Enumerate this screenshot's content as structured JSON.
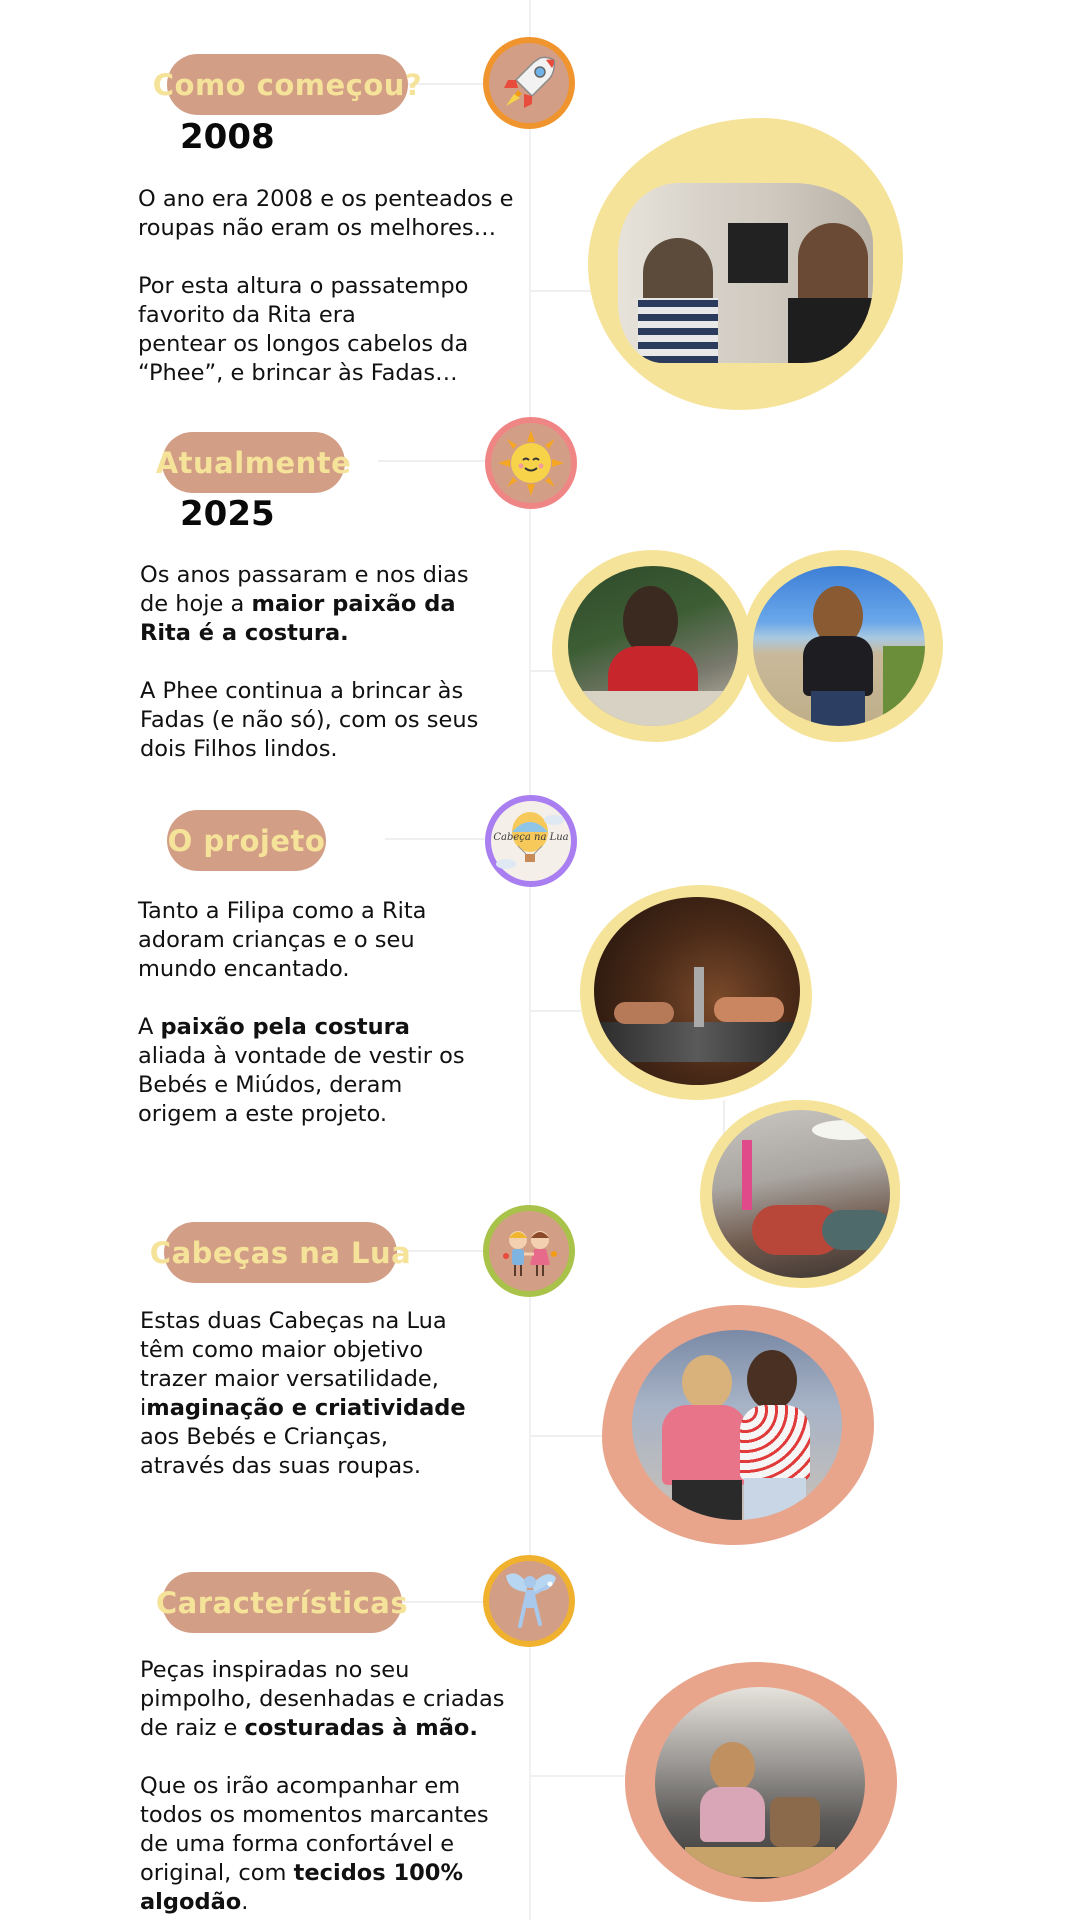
{
  "sections": [
    {
      "label": "Como começou?",
      "year": "2008",
      "paragraphs": [
        [
          "O ano era 2008 e os penteados e",
          "roupas não eram os melhores…"
        ],
        [
          "Por esta altura o passatempo",
          "favorito da Rita era",
          "pentear os longos cabelos da",
          "“Phee”, e brincar às Fadas…"
        ]
      ],
      "icon": "rocket-icon"
    },
    {
      "label": "Atualmente",
      "year": "2025",
      "p1": {
        "l1": "Os anos passaram e nos dias",
        "l2a": "de hoje a ",
        "l2b": "maior paixão da",
        "l3": "Rita é a costura."
      },
      "p2": [
        "A Phee continua a brincar às",
        "Fadas (e não só), com os seus",
        "dois Filhos lindos."
      ],
      "icon": "sun-icon"
    },
    {
      "label": "O projeto",
      "p1": [
        "Tanto a Filipa como a Rita",
        "adoram crianças e o seu",
        "mundo encantado."
      ],
      "p2": {
        "l1a": "A ",
        "l1b": "paixão pela costura",
        "l2": "aliada à vontade de vestir os",
        "l3": "Bebés e Miúdos, deram",
        "l4": "origem a este projeto."
      },
      "icon_text": "Cabeça na Lua",
      "icon": "hot-air-balloon-icon"
    },
    {
      "label": "Cabeças na Lua",
      "p1": {
        "l1": "Estas duas Cabeças na Lua",
        "l2": "têm como maior objetivo",
        "l3": "trazer maior versatilidade,",
        "l4a": "i",
        "l4b": "maginação e criatividade",
        "l5": "aos Bebés e Crianças,",
        "l6": "através das suas roupas."
      },
      "icon": "two-kids-icon"
    },
    {
      "label": "Características",
      "p1": {
        "l1": "Peças inspiradas no seu",
        "l2": "pimpolho, desenhadas e criadas",
        "l3a": "de raiz e ",
        "l3b": "costuradas à mão."
      },
      "p2": {
        "l1": "Que os irão acompanhar em",
        "l2": "todos os momentos marcantes",
        "l3": "de uma forma confortável e",
        "l4a": "original, com ",
        "l4b": "tecidos 100%",
        "l5a": "algodão",
        "l5b": "."
      },
      "icon": "fairy-icon"
    }
  ],
  "colors": {
    "pill_bg": "#d39e86",
    "pill_text": "#f6e39a",
    "blob_yellow": "#f6e39a",
    "blob_peach": "#e8a58c",
    "ring_orange": "#f0952e",
    "ring_pink": "#f08585",
    "ring_purple": "#a97ef0",
    "ring_green": "#a9c24a",
    "ring_gold": "#f0b22e"
  }
}
